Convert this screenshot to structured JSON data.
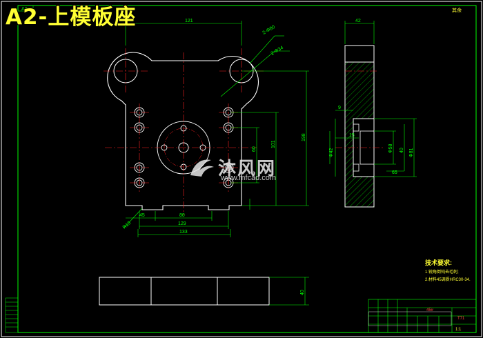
{
  "title": "A2-上模板座",
  "sheet_mark": "A3",
  "corner_mark": "其余",
  "dims_front": {
    "width_80": "80",
    "width_129": "129",
    "width_133": "133",
    "height_198": "198",
    "height_101": "101",
    "height_60": "60",
    "small_r13": "R13",
    "small_45": "45",
    "hole_2phi": "2-Φ80",
    "hole_2phi34": "2-Φ34",
    "top_dim": "121"
  },
  "dims_side": {
    "thickness": "42",
    "d9": "9",
    "d15": "15",
    "d42": "Φ42",
    "d58": "Φ58",
    "d81": "Φ81",
    "d40": "40",
    "d65": "65"
  },
  "dims_bottom": {
    "height_40": "40"
  },
  "tech_req": {
    "heading": "技术要求:",
    "line1": "1.锐角倒钝去毛刺;",
    "line2": "2.材料45调质HRC30-34."
  },
  "title_block": {
    "material": "45#",
    "part_no": "T71",
    "scale": "1:1"
  },
  "watermark": {
    "brand": "沐风网",
    "url": "www.mfcad.com"
  },
  "colors": {
    "outline": "#ffffff",
    "frame": "#00ff00",
    "center": "#ff2020",
    "dim": "#00ff00",
    "title": "#ffff33",
    "hatch": "#00ff00"
  }
}
